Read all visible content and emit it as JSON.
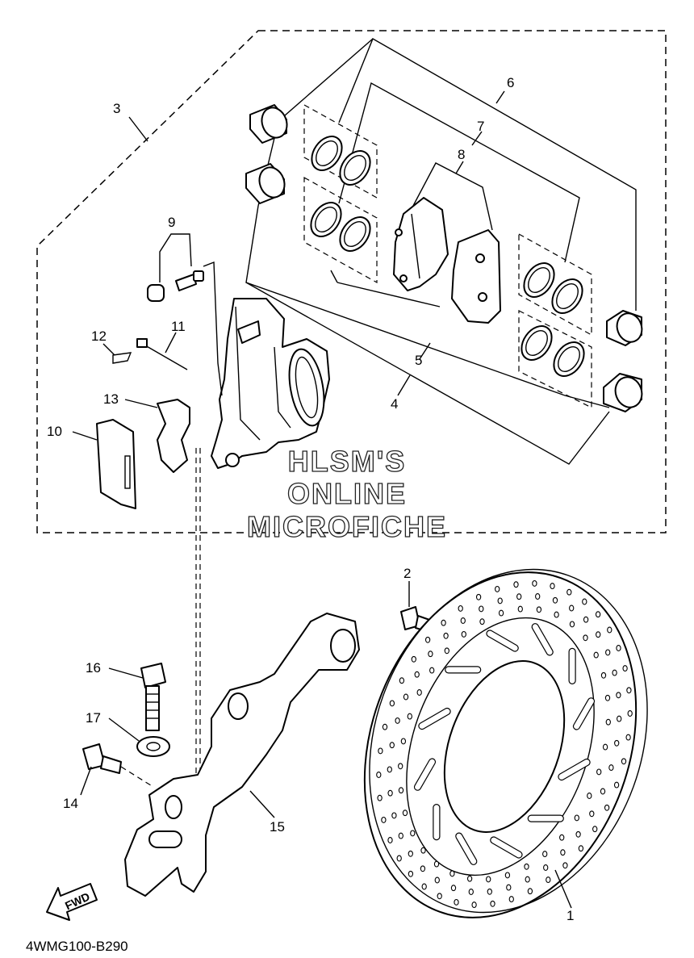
{
  "callouts": [
    {
      "id": "c1",
      "text": "1"
    },
    {
      "id": "c2",
      "text": "2"
    },
    {
      "id": "c3",
      "text": "3"
    },
    {
      "id": "c4",
      "text": "4"
    },
    {
      "id": "c5",
      "text": "5"
    },
    {
      "id": "c6",
      "text": "6"
    },
    {
      "id": "c7",
      "text": "7"
    },
    {
      "id": "c8",
      "text": "8"
    },
    {
      "id": "c9",
      "text": "9"
    },
    {
      "id": "c10",
      "text": "10"
    },
    {
      "id": "c11",
      "text": "11"
    },
    {
      "id": "c12",
      "text": "12"
    },
    {
      "id": "c13",
      "text": "13"
    },
    {
      "id": "c14",
      "text": "14"
    },
    {
      "id": "c15",
      "text": "15"
    },
    {
      "id": "c16",
      "text": "16"
    },
    {
      "id": "c17",
      "text": "17"
    }
  ],
  "watermark": {
    "line1": "HLSM'S",
    "line2": "ONLINE",
    "line3": "MICROFICHE"
  },
  "fwd_label": "FWD",
  "diagram_code": "4WMG100-B290",
  "colors": {
    "ink": "#000000",
    "background": "#ffffff"
  }
}
